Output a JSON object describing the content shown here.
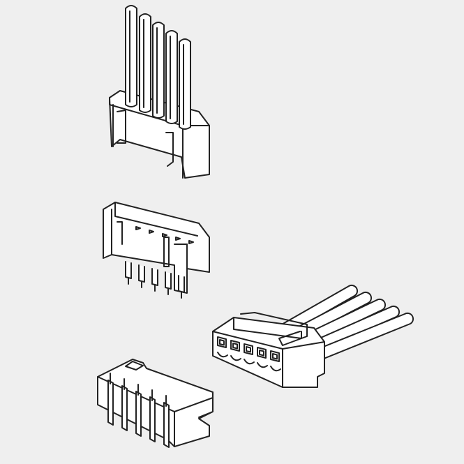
{
  "colors": {
    "background": "#efefef",
    "line": "#222222",
    "fill": "#ffffff"
  },
  "figures": [
    {
      "name": "wire-to-board-vertical-connector-with-pins",
      "pins": 5
    },
    {
      "name": "vertical-pin-header",
      "pins": 5
    },
    {
      "name": "crimp-housing-with-wires",
      "wires": 5
    },
    {
      "name": "right-angle-pin-header",
      "pins": 5
    }
  ]
}
